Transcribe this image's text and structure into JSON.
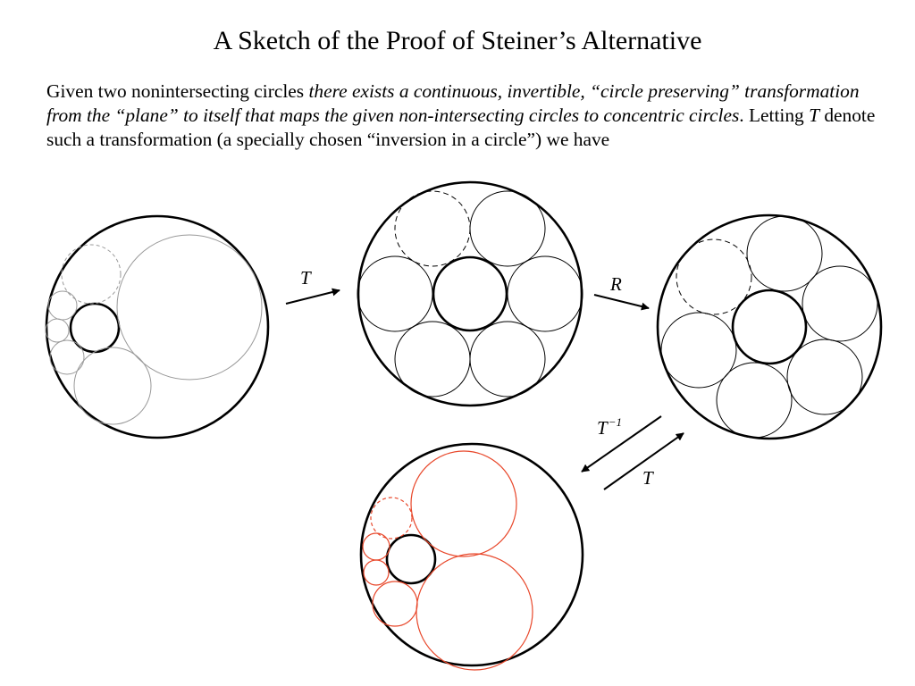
{
  "slide": {
    "title": "A Sketch of the Proof of Steiner’s Alternative",
    "paragraph": {
      "p1": "Given two nonintersecting circles ",
      "p2_italic": "there exists a continuous, invertible, “circle preserving” transformation from the “plane” to itself that maps the given non-intersecting circles to concentric circles",
      "p3": ".  Letting ",
      "p4_italic": "T",
      "p5": " denote such a transformation (a specially chosen “inversion in a circle”) we have"
    }
  },
  "arrows": {
    "a1": "T",
    "a2": "R",
    "inverse_base": "T",
    "inverse_sup": "−1",
    "forward": "T"
  },
  "colors": {
    "ink": "#000000",
    "gray_outline": "#999999",
    "red_outline": "#e8472a"
  }
}
